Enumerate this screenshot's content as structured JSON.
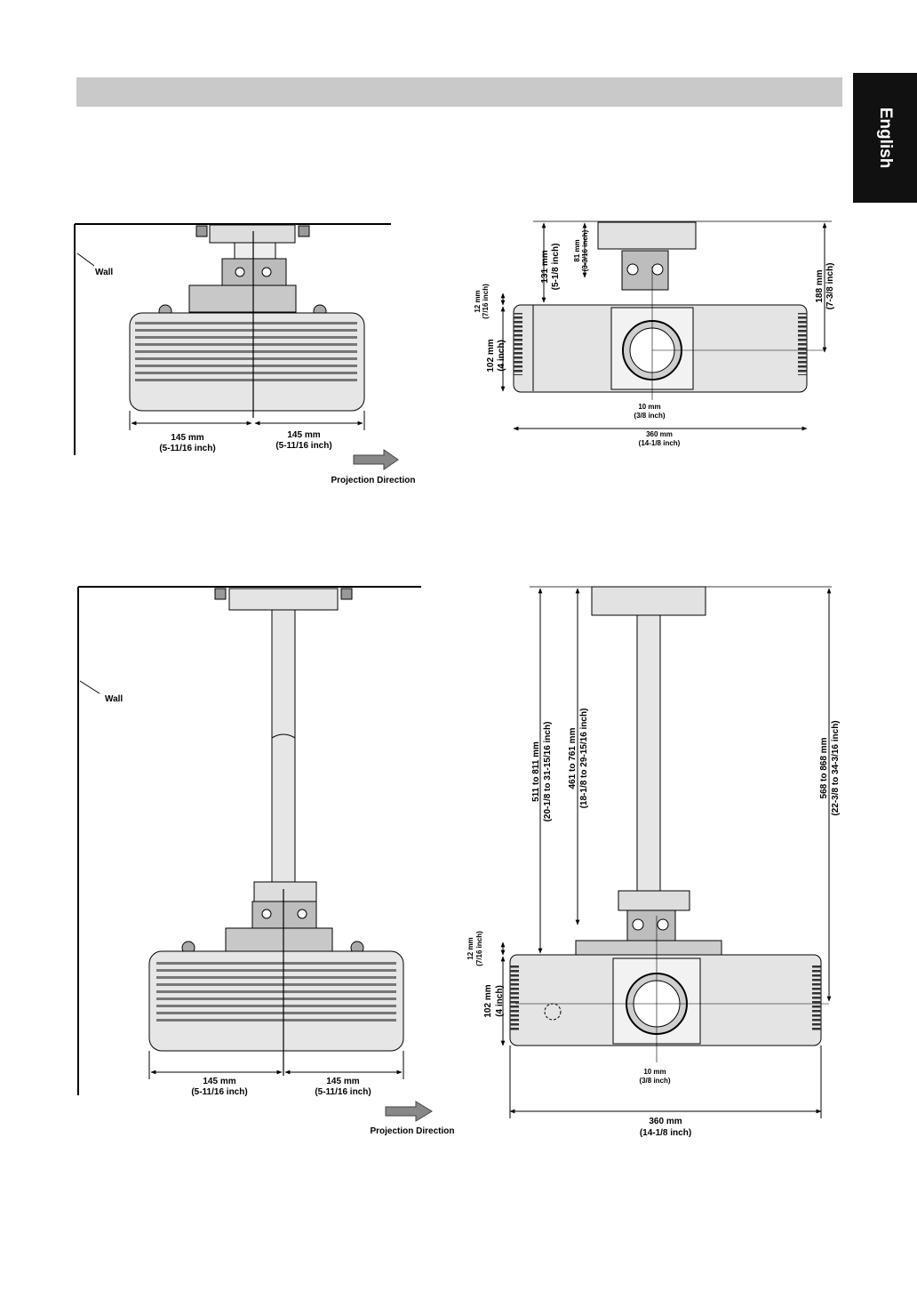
{
  "tab": {
    "label": "English"
  },
  "figures": {
    "top_side": {
      "wall": "Wall",
      "dim_left": {
        "mm": "145 mm",
        "inch": "(5-11/16 inch)"
      },
      "dim_right": {
        "mm": "145 mm",
        "inch": "(5-11/16 inch)"
      },
      "projection": "Projection Direction"
    },
    "top_front": {
      "d131": {
        "mm": "131 mm",
        "inch": "(5-1/8 inch)"
      },
      "d81": {
        "mm": "81 mm",
        "inch": "(3-3/16 inch)"
      },
      "d188": {
        "mm": "188 mm",
        "inch": "(7-3/8 inch)"
      },
      "d12": {
        "mm": "12 mm",
        "inch": "(7/16 inch)"
      },
      "d102": {
        "mm": "102 mm",
        "inch": "(4 inch)"
      },
      "d10": {
        "mm": "10 mm",
        "inch": "(3/8 inch)"
      },
      "d360": {
        "mm": "360 mm",
        "inch": "(14-1/8 inch)"
      }
    },
    "bottom_side": {
      "wall": "Wall",
      "dim_left": {
        "mm": "145 mm",
        "inch": "(5-11/16 inch)"
      },
      "dim_right": {
        "mm": "145 mm",
        "inch": "(5-11/16 inch)"
      },
      "projection": "Projection Direction"
    },
    "bottom_front": {
      "d511": {
        "mm": "511 to 811 mm",
        "inch": "(20-1/8 to 31-15/16 inch)"
      },
      "d461": {
        "mm": "461 to 761 mm",
        "inch": "(18-1/8 to 29-15/16 inch)"
      },
      "d568": {
        "mm": "568 to 868 mm",
        "inch": "(22-3/8 to 34-3/16 inch)"
      },
      "d12": {
        "mm": "12 mm",
        "inch": "(7/16 inch)"
      },
      "d102": {
        "mm": "102 mm",
        "inch": "(4 inch)"
      },
      "d10": {
        "mm": "10 mm",
        "inch": "(3/8 inch)"
      },
      "d360": {
        "mm": "360 mm",
        "inch": "(14-1/8 inch)"
      }
    }
  }
}
